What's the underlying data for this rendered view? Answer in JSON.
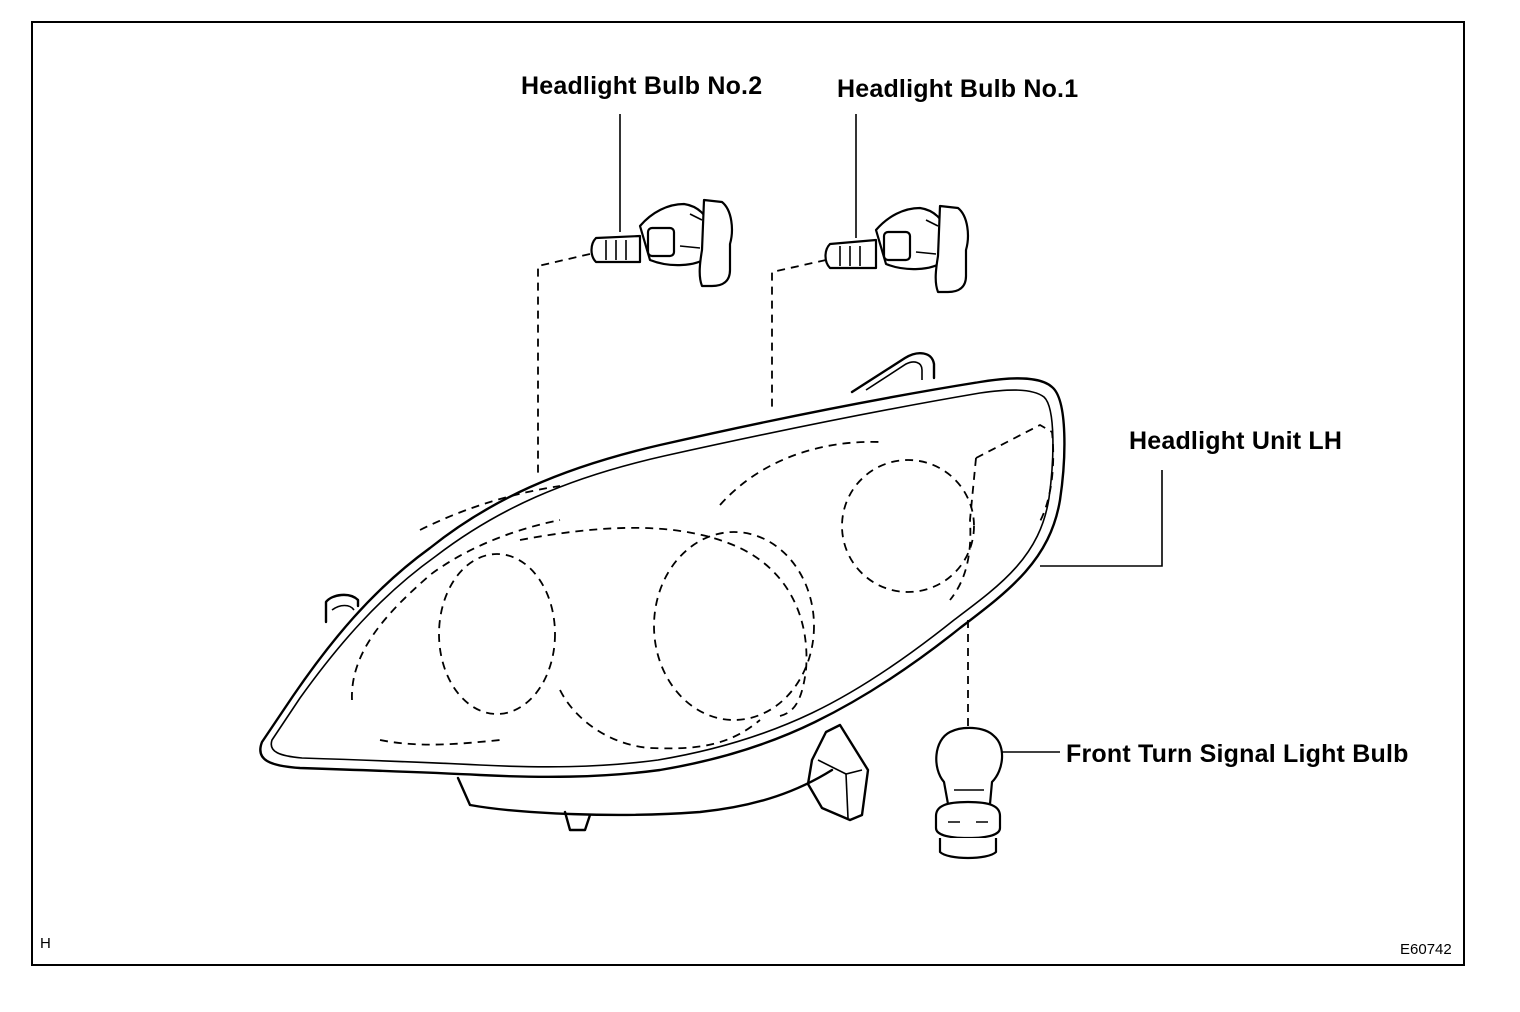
{
  "labels": {
    "headlight_bulb_no2": "Headlight Bulb No.2",
    "headlight_bulb_no1": "Headlight Bulb No.1",
    "headlight_unit_lh": "Headlight Unit LH",
    "front_turn_signal_bulb": "Front Turn Signal Light Bulb"
  },
  "corner_codes": {
    "section": "H",
    "figure": "E60742"
  }
}
